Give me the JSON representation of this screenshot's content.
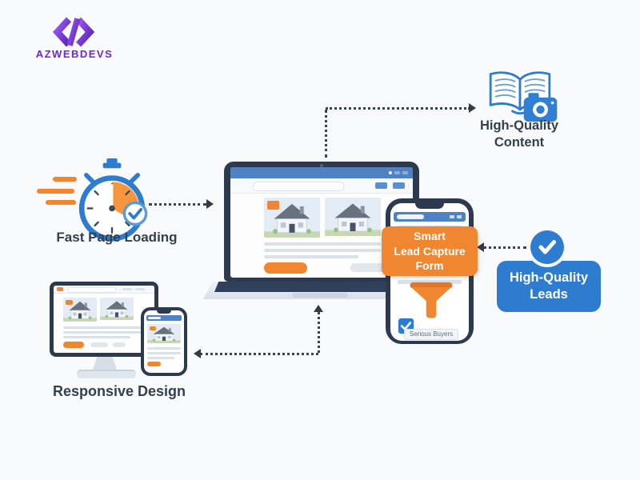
{
  "logo": {
    "text": "AZWEBDEVS"
  },
  "features": {
    "fast_loading": {
      "label": "Fast Page Loading"
    },
    "content": {
      "line1": "High-Quality",
      "line2": "Content"
    },
    "leads": {
      "line1": "High-Quality",
      "line2": "Leads"
    },
    "responsive": {
      "label": "Responsive Design"
    }
  },
  "lead_form": {
    "line1": "Smart",
    "line2": "Lead Capture",
    "line3": "Form",
    "tag": "Serious Buyers"
  },
  "colors": {
    "orange": "#f0862f",
    "blue": "#2e7cd0",
    "header_blue": "#4f81c7",
    "navy_frame": "#2b3a4e",
    "heading_text": "#33414f",
    "logo_purple": "#6d28d9",
    "connector": "#3a434e",
    "background": "#f9fafb"
  }
}
